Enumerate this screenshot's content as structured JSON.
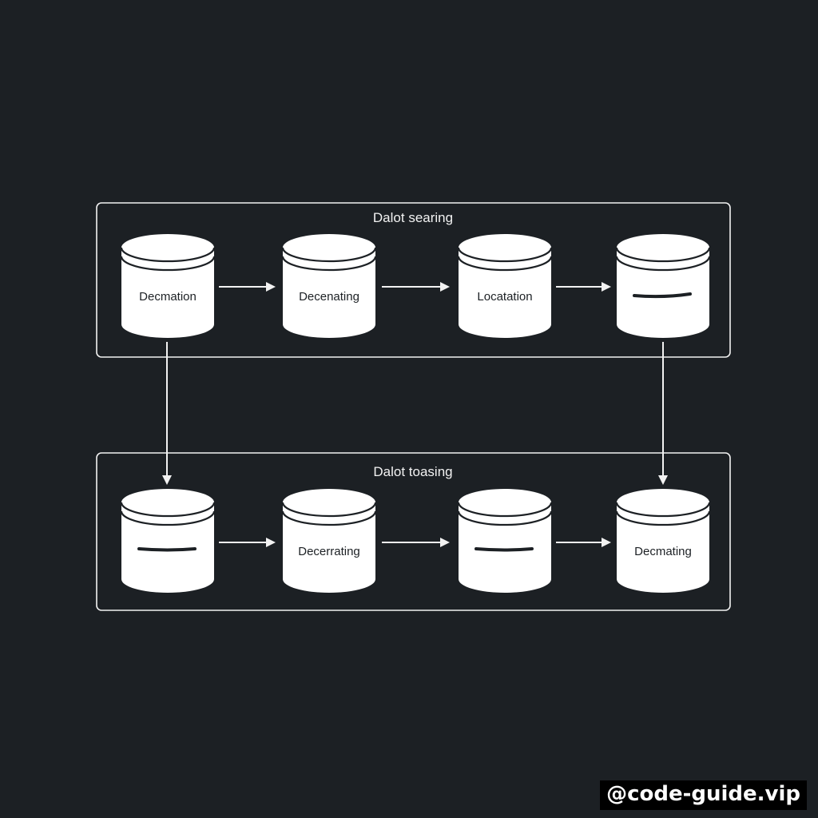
{
  "diagram": {
    "top_group": {
      "title": "Dalot searing",
      "nodes": [
        {
          "label": "Decmation"
        },
        {
          "label": "Decenating"
        },
        {
          "label": "Locatation"
        },
        {
          "label": "",
          "icon": "dash-mark"
        }
      ]
    },
    "bottom_group": {
      "title": "Dalot toasing",
      "nodes": [
        {
          "label": "",
          "icon": "dash-mark"
        },
        {
          "label": "Decerrating"
        },
        {
          "label": "",
          "icon": "dash-mark"
        },
        {
          "label": "Decmating"
        }
      ]
    },
    "colors": {
      "background": "#1c2024",
      "foreground": "#f2f2f2",
      "node_fill": "#ffffff"
    }
  },
  "watermark": {
    "text": "@code-guide.vip"
  }
}
